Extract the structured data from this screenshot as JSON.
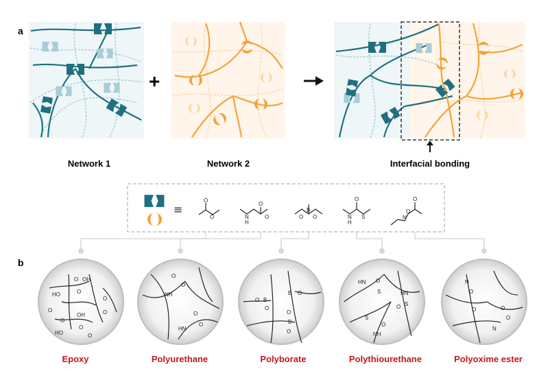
{
  "panel_a": {
    "letter": "a",
    "plus": "+",
    "network1_label": "Network 1",
    "network2_label": "Network 2",
    "interfacial_label": "Interfacial bonding",
    "colors": {
      "teal": "#1f6f80",
      "teal_light": "#a9cdd6",
      "orange": "#f4a23c",
      "orange_light": "#fbd7ad"
    }
  },
  "legend": {
    "equiv": "≡",
    "atoms": {
      "O": "O",
      "N": "N",
      "H": "H",
      "B": "B",
      "S": "S"
    }
  },
  "panel_b": {
    "letter": "b",
    "circles": [
      {
        "label": "Epoxy",
        "atoms": [
          "HO",
          "OH",
          "O",
          "O",
          "O",
          "O",
          "O",
          "O",
          "HO",
          "OH",
          "O",
          "O"
        ]
      },
      {
        "label": "Polyurethane",
        "atoms": [
          "O",
          "O",
          "NH",
          "O",
          "O",
          "HN"
        ]
      },
      {
        "label": "Polyborate",
        "atoms": [
          "O",
          "B",
          "O",
          "B",
          "O",
          "O",
          "B",
          "O"
        ]
      },
      {
        "label": "Polythiourethane",
        "atoms": [
          "HN",
          "O",
          "S",
          "HN",
          "O",
          "S",
          "S",
          "O",
          "NH"
        ]
      },
      {
        "label": "Polyoxime ester",
        "atoms": [
          "N",
          "O",
          "O",
          "O",
          "O",
          "N"
        ]
      }
    ]
  }
}
